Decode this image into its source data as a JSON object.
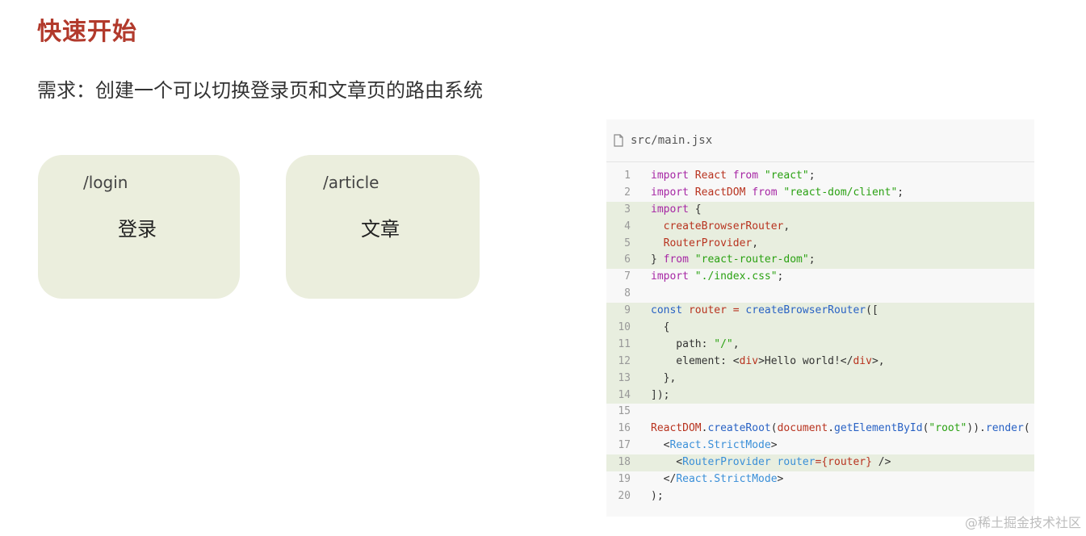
{
  "slide": {
    "title": "快速开始",
    "subtitle": "需求：创建一个可以切换登录页和文章页的路由系统"
  },
  "cards": [
    {
      "path": "/login",
      "name": "登录"
    },
    {
      "path": "/article",
      "name": "文章"
    }
  ],
  "code": {
    "filename": "src/main.jsx",
    "file_icon": "file-icon",
    "highlight_lines": [
      3,
      4,
      5,
      6,
      9,
      10,
      11,
      12,
      13,
      14,
      18
    ],
    "lines": [
      [
        [
          "kw",
          "import"
        ],
        [
          "plain",
          " "
        ],
        [
          "var",
          "React"
        ],
        [
          "plain",
          " "
        ],
        [
          "kw",
          "from"
        ],
        [
          "plain",
          " "
        ],
        [
          "str",
          "\"react\""
        ],
        [
          "plain",
          ";"
        ]
      ],
      [
        [
          "kw",
          "import"
        ],
        [
          "plain",
          " "
        ],
        [
          "var",
          "ReactDOM"
        ],
        [
          "plain",
          " "
        ],
        [
          "kw",
          "from"
        ],
        [
          "plain",
          " "
        ],
        [
          "str",
          "\"react-dom/client\""
        ],
        [
          "plain",
          ";"
        ]
      ],
      [
        [
          "kw",
          "import"
        ],
        [
          "plain",
          " {"
        ]
      ],
      [
        [
          "plain",
          "  "
        ],
        [
          "var",
          "createBrowserRouter"
        ],
        [
          "plain",
          ","
        ]
      ],
      [
        [
          "plain",
          "  "
        ],
        [
          "var",
          "RouterProvider"
        ],
        [
          "plain",
          ","
        ]
      ],
      [
        [
          "plain",
          "} "
        ],
        [
          "kw",
          "from"
        ],
        [
          "plain",
          " "
        ],
        [
          "str",
          "\"react-router-dom\""
        ],
        [
          "plain",
          ";"
        ]
      ],
      [
        [
          "kw",
          "import"
        ],
        [
          "plain",
          " "
        ],
        [
          "str",
          "\"./index.css\""
        ],
        [
          "plain",
          ";"
        ]
      ],
      [],
      [
        [
          "fn",
          "const"
        ],
        [
          "plain",
          " "
        ],
        [
          "var",
          "router"
        ],
        [
          "plain",
          " "
        ],
        [
          "var",
          "="
        ],
        [
          "plain",
          " "
        ],
        [
          "fn",
          "createBrowserRouter"
        ],
        [
          "plain",
          "(["
        ]
      ],
      [
        [
          "plain",
          "  {"
        ]
      ],
      [
        [
          "plain",
          "    path: "
        ],
        [
          "str",
          "\"/\""
        ],
        [
          "plain",
          ","
        ]
      ],
      [
        [
          "plain",
          "    element: <"
        ],
        [
          "tag",
          "div"
        ],
        [
          "plain",
          ">Hello world!</"
        ],
        [
          "tag",
          "div"
        ],
        [
          "plain",
          ">,"
        ]
      ],
      [
        [
          "plain",
          "  },"
        ]
      ],
      [
        [
          "plain",
          "]);"
        ]
      ],
      [],
      [
        [
          "var",
          "ReactDOM"
        ],
        [
          "plain",
          "."
        ],
        [
          "fn",
          "createRoot"
        ],
        [
          "plain",
          "("
        ],
        [
          "var",
          "document"
        ],
        [
          "plain",
          "."
        ],
        [
          "fn",
          "getElementById"
        ],
        [
          "plain",
          "("
        ],
        [
          "str",
          "\"root\""
        ],
        [
          "plain",
          "))."
        ],
        [
          "fn",
          "render"
        ],
        [
          "plain",
          "("
        ]
      ],
      [
        [
          "plain",
          "  <"
        ],
        [
          "comp",
          "React.StrictMode"
        ],
        [
          "plain",
          ">"
        ]
      ],
      [
        [
          "plain",
          "    <"
        ],
        [
          "comp",
          "RouterProvider"
        ],
        [
          "plain",
          " "
        ],
        [
          "comp",
          "router"
        ],
        [
          "var",
          "={"
        ],
        [
          "var",
          "router"
        ],
        [
          "var",
          "}"
        ],
        [
          "plain",
          " />"
        ]
      ],
      [
        [
          "plain",
          "  </"
        ],
        [
          "comp",
          "React.StrictMode"
        ],
        [
          "plain",
          ">"
        ]
      ],
      [
        [
          "plain",
          ");"
        ]
      ]
    ]
  },
  "watermark": "@稀土掘金技术社区"
}
